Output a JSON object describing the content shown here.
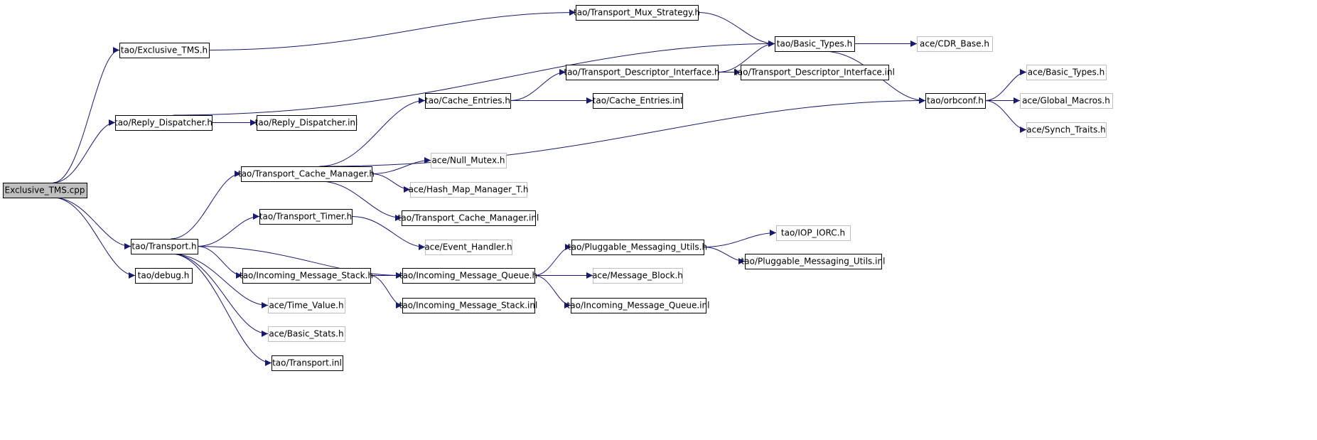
{
  "diagram": {
    "colors": {
      "edge": "#191970",
      "box_border": "#000000",
      "external_border": "#bfbfbf",
      "root_fill": "#bfbfbf"
    },
    "nodes": [
      {
        "id": "root",
        "label": "Exclusive_TMS.cpp",
        "kind": "root"
      },
      {
        "id": "tao_exclusive_tms_h",
        "label": "tao/Exclusive_TMS.h",
        "kind": "internal"
      },
      {
        "id": "tao_reply_dispatcher_h",
        "label": "tao/Reply_Dispatcher.h",
        "kind": "internal"
      },
      {
        "id": "tao_transport_h",
        "label": "tao/Transport.h",
        "kind": "internal"
      },
      {
        "id": "tao_debug_h",
        "label": "tao/debug.h",
        "kind": "internal"
      },
      {
        "id": "tao_transport_mux_strategy_h",
        "label": "tao/Transport_Mux_Strategy.h",
        "kind": "internal"
      },
      {
        "id": "tao_basic_types_h",
        "label": "tao/Basic_Types.h",
        "kind": "internal"
      },
      {
        "id": "tao_reply_dispatcher_inl",
        "label": "tao/Reply_Dispatcher.inl",
        "kind": "internal"
      },
      {
        "id": "tao_transport_cache_manager_h",
        "label": "tao/Transport_Cache_Manager.h",
        "kind": "internal"
      },
      {
        "id": "tao_transport_timer_h",
        "label": "tao/Transport_Timer.h",
        "kind": "internal"
      },
      {
        "id": "tao_incoming_message_stack_h",
        "label": "tao/Incoming_Message_Stack.h",
        "kind": "internal"
      },
      {
        "id": "ace_time_value_h",
        "label": "ace/Time_Value.h",
        "kind": "external"
      },
      {
        "id": "ace_basic_stats_h",
        "label": "ace/Basic_Stats.h",
        "kind": "external"
      },
      {
        "id": "tao_transport_inl",
        "label": "tao/Transport.inl",
        "kind": "internal"
      },
      {
        "id": "tao_transport_descriptor_interface_h",
        "label": "tao/Transport_Descriptor_Interface.h",
        "kind": "internal"
      },
      {
        "id": "tao_cache_entries_h",
        "label": "tao/Cache_Entries.h",
        "kind": "internal"
      },
      {
        "id": "ace_null_mutex_h",
        "label": "ace/Null_Mutex.h",
        "kind": "external"
      },
      {
        "id": "ace_hash_map_manager_t_h",
        "label": "ace/Hash_Map_Manager_T.h",
        "kind": "external"
      },
      {
        "id": "tao_transport_cache_manager_inl",
        "label": "tao/Transport_Cache_Manager.inl",
        "kind": "internal"
      },
      {
        "id": "ace_event_handler_h",
        "label": "ace/Event_Handler.h",
        "kind": "external"
      },
      {
        "id": "tao_incoming_message_queue_h",
        "label": "tao/Incoming_Message_Queue.h",
        "kind": "internal"
      },
      {
        "id": "tao_incoming_message_stack_inl",
        "label": "tao/Incoming_Message_Stack.inl",
        "kind": "internal"
      },
      {
        "id": "tao_transport_descriptor_interface_inl",
        "label": "tao/Transport_Descriptor_Interface.inl",
        "kind": "internal"
      },
      {
        "id": "tao_cache_entries_inl",
        "label": "tao/Cache_Entries.inl",
        "kind": "internal"
      },
      {
        "id": "tao_pluggable_messaging_utils_h",
        "label": "tao/Pluggable_Messaging_Utils.h",
        "kind": "internal"
      },
      {
        "id": "ace_message_block_h",
        "label": "ace/Message_Block.h",
        "kind": "external"
      },
      {
        "id": "tao_incoming_message_queue_inl",
        "label": "tao/Incoming_Message_Queue.inl",
        "kind": "internal"
      },
      {
        "id": "ace_cdr_base_h",
        "label": "ace/CDR_Base.h",
        "kind": "external"
      },
      {
        "id": "tao_orbconf_h",
        "label": "tao/orbconf.h",
        "kind": "internal"
      },
      {
        "id": "tao_iop_iorc_h",
        "label": "tao/IOP_IORC.h",
        "kind": "external"
      },
      {
        "id": "tao_pluggable_messaging_utils_inl",
        "label": "tao/Pluggable_Messaging_Utils.inl",
        "kind": "internal"
      },
      {
        "id": "ace_basic_types_h",
        "label": "ace/Basic_Types.h",
        "kind": "external"
      },
      {
        "id": "ace_global_macros_h",
        "label": "ace/Global_Macros.h",
        "kind": "external"
      },
      {
        "id": "ace_synch_traits_h",
        "label": "ace/Synch_Traits.h",
        "kind": "external"
      }
    ],
    "edges": [
      {
        "from": "root",
        "to": "tao_exclusive_tms_h"
      },
      {
        "from": "root",
        "to": "tao_reply_dispatcher_h"
      },
      {
        "from": "root",
        "to": "tao_transport_h"
      },
      {
        "from": "root",
        "to": "tao_debug_h"
      },
      {
        "from": "tao_exclusive_tms_h",
        "to": "tao_transport_mux_strategy_h"
      },
      {
        "from": "tao_transport_mux_strategy_h",
        "to": "tao_basic_types_h"
      },
      {
        "from": "tao_reply_dispatcher_h",
        "to": "tao_basic_types_h"
      },
      {
        "from": "tao_reply_dispatcher_h",
        "to": "tao_reply_dispatcher_inl"
      },
      {
        "from": "tao_transport_h",
        "to": "tao_transport_cache_manager_h"
      },
      {
        "from": "tao_transport_h",
        "to": "tao_transport_timer_h"
      },
      {
        "from": "tao_transport_h",
        "to": "tao_incoming_message_stack_h"
      },
      {
        "from": "tao_transport_h",
        "to": "tao_incoming_message_queue_h"
      },
      {
        "from": "tao_transport_h",
        "to": "ace_time_value_h"
      },
      {
        "from": "tao_transport_h",
        "to": "ace_basic_stats_h"
      },
      {
        "from": "tao_transport_h",
        "to": "tao_transport_inl"
      },
      {
        "from": "tao_transport_cache_manager_h",
        "to": "tao_cache_entries_h"
      },
      {
        "from": "tao_transport_cache_manager_h",
        "to": "tao_orbconf_h"
      },
      {
        "from": "tao_transport_cache_manager_h",
        "to": "ace_null_mutex_h"
      },
      {
        "from": "tao_transport_cache_manager_h",
        "to": "ace_hash_map_manager_t_h"
      },
      {
        "from": "tao_transport_cache_manager_h",
        "to": "tao_transport_cache_manager_inl"
      },
      {
        "from": "tao_cache_entries_h",
        "to": "tao_transport_descriptor_interface_h"
      },
      {
        "from": "tao_cache_entries_h",
        "to": "tao_cache_entries_inl"
      },
      {
        "from": "tao_transport_descriptor_interface_h",
        "to": "tao_basic_types_h"
      },
      {
        "from": "tao_transport_descriptor_interface_h",
        "to": "tao_transport_descriptor_interface_inl"
      },
      {
        "from": "tao_transport_timer_h",
        "to": "ace_event_handler_h"
      },
      {
        "from": "tao_incoming_message_stack_h",
        "to": "tao_incoming_message_queue_h"
      },
      {
        "from": "tao_incoming_message_stack_h",
        "to": "tao_incoming_message_stack_inl"
      },
      {
        "from": "tao_incoming_message_queue_h",
        "to": "tao_pluggable_messaging_utils_h"
      },
      {
        "from": "tao_incoming_message_queue_h",
        "to": "ace_message_block_h"
      },
      {
        "from": "tao_incoming_message_queue_h",
        "to": "tao_incoming_message_queue_inl"
      },
      {
        "from": "tao_pluggable_messaging_utils_h",
        "to": "tao_iop_iorc_h"
      },
      {
        "from": "tao_pluggable_messaging_utils_h",
        "to": "tao_pluggable_messaging_utils_inl"
      },
      {
        "from": "tao_basic_types_h",
        "to": "ace_cdr_base_h"
      },
      {
        "from": "tao_basic_types_h",
        "to": "tao_orbconf_h"
      },
      {
        "from": "tao_orbconf_h",
        "to": "ace_basic_types_h"
      },
      {
        "from": "tao_orbconf_h",
        "to": "ace_global_macros_h"
      },
      {
        "from": "tao_orbconf_h",
        "to": "ace_synch_traits_h"
      }
    ]
  }
}
